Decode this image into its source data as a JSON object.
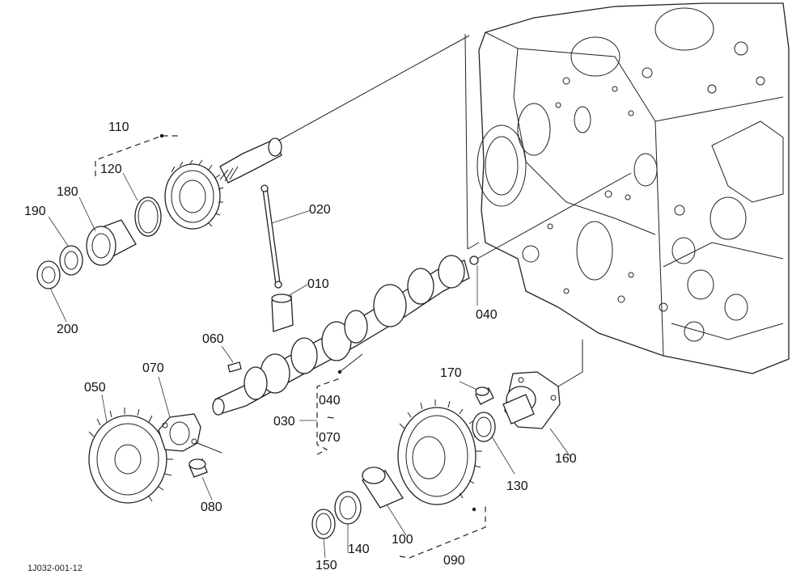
{
  "diagram": {
    "code": "1J032-001-12",
    "labels": {
      "p010": "010",
      "p020": "020",
      "p030": "030",
      "p040": "040",
      "p040b": "040",
      "tilde": "~",
      "p070b": "070",
      "p050": "050",
      "p060": "060",
      "p070": "070",
      "p080": "080",
      "p090": "090",
      "p100": "100",
      "p110": "110",
      "p120": "120",
      "p130": "130",
      "p140": "140",
      "p150": "150",
      "p160": "160",
      "p170": "170",
      "p180": "180",
      "p190": "190",
      "p200": "200"
    }
  }
}
